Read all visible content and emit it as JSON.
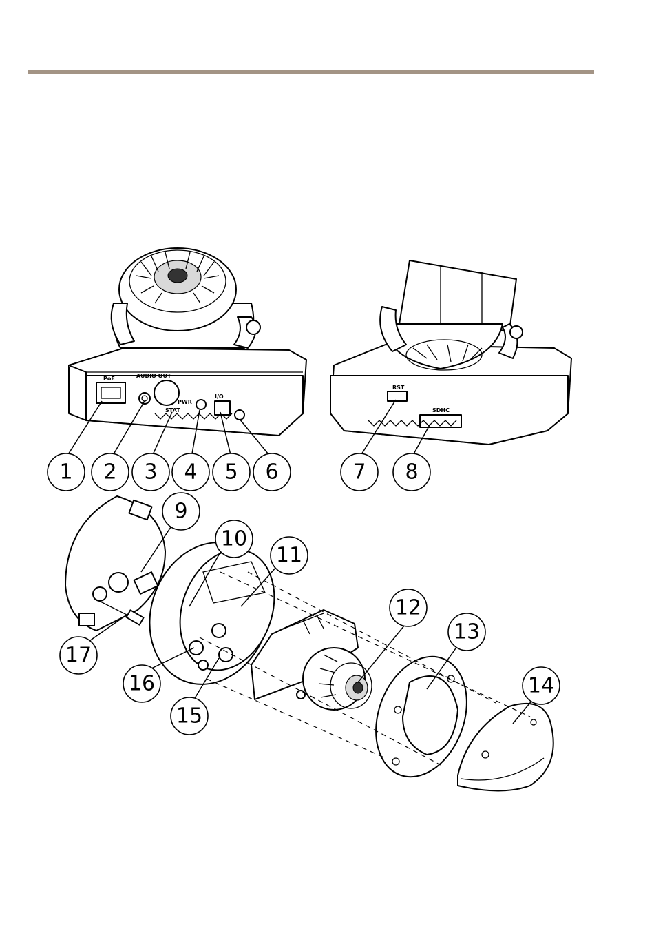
{
  "header": {
    "rule_color": "#a39485"
  },
  "port_labels": {
    "network": "PoE",
    "audio": "AUDIO OUT",
    "power": "PWR",
    "status": "STAT",
    "io": "I/O",
    "sdcard": "SDHC",
    "reset": "RST"
  },
  "callouts": [
    "1",
    "2",
    "3",
    "4",
    "5",
    "6",
    "7",
    "8",
    "9",
    "10",
    "11",
    "12",
    "13",
    "14",
    "15",
    "16",
    "17"
  ]
}
